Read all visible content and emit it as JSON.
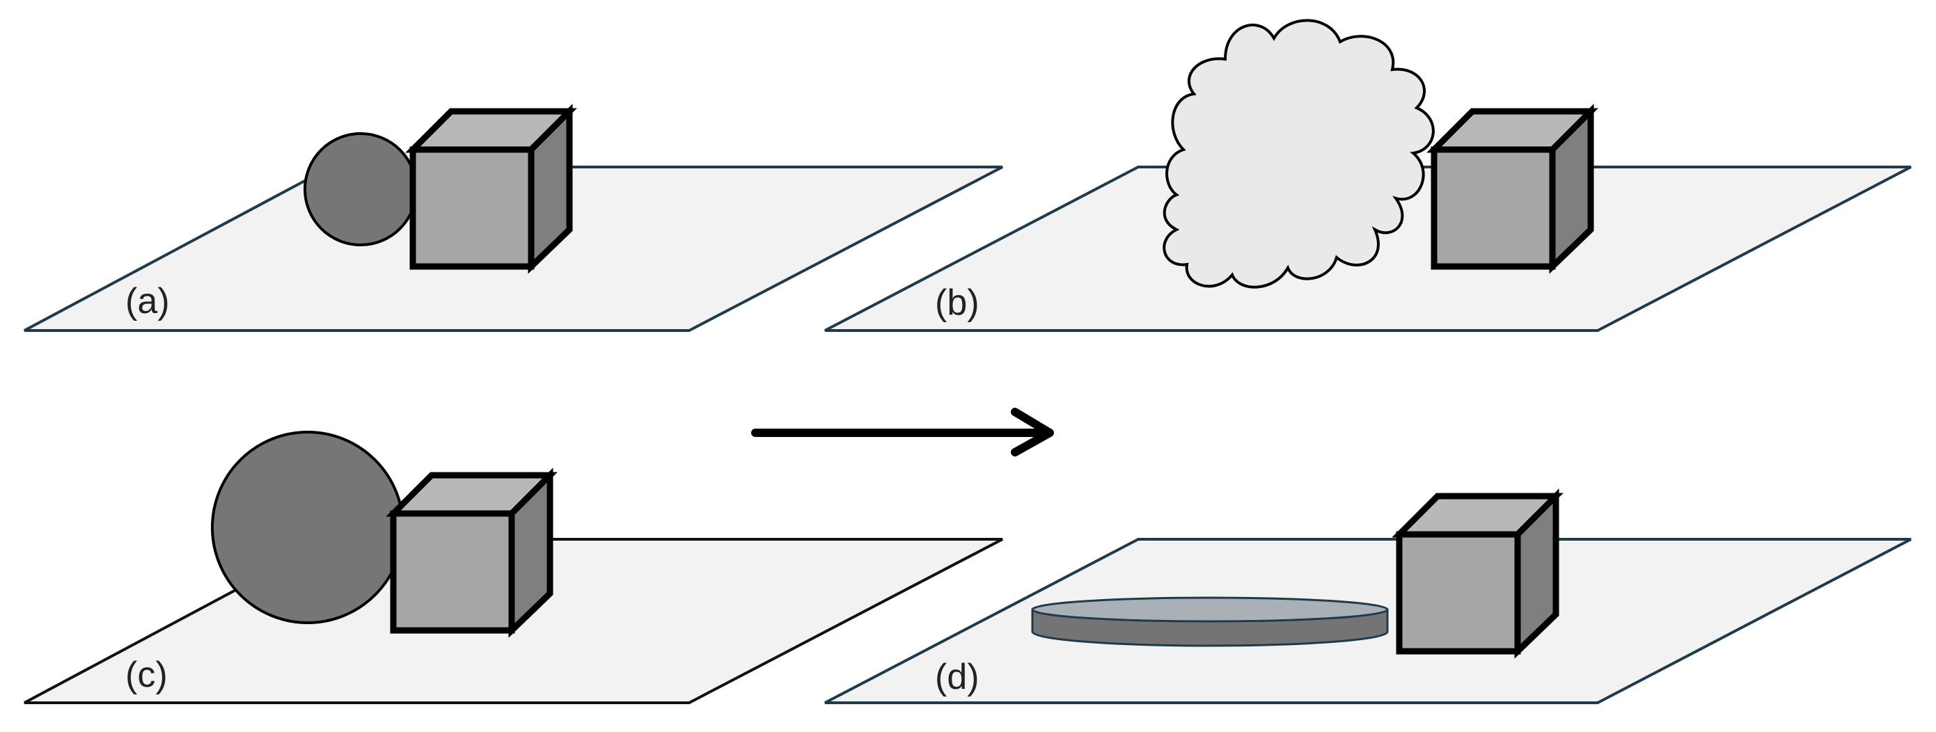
{
  "panels": [
    {
      "id": "a",
      "label": "(a)"
    },
    {
      "id": "b",
      "label": "(b)"
    },
    {
      "id": "c",
      "label": "(c)"
    },
    {
      "id": "d",
      "label": "(d)"
    }
  ],
  "colors": {
    "plane_fill": "#f2f2f2",
    "plane_stroke_blue": "#1f3a4a",
    "plane_stroke_black": "#111111",
    "sphere": "#767676",
    "cube_front": "#a6a6a6",
    "cube_top": "#b8b8b8",
    "cube_side": "#7f7f7f",
    "cloud": "#e9e9e9",
    "puddle_top": "#a9b1b6",
    "puddle_side": "#747474",
    "arrow": "#000000"
  }
}
